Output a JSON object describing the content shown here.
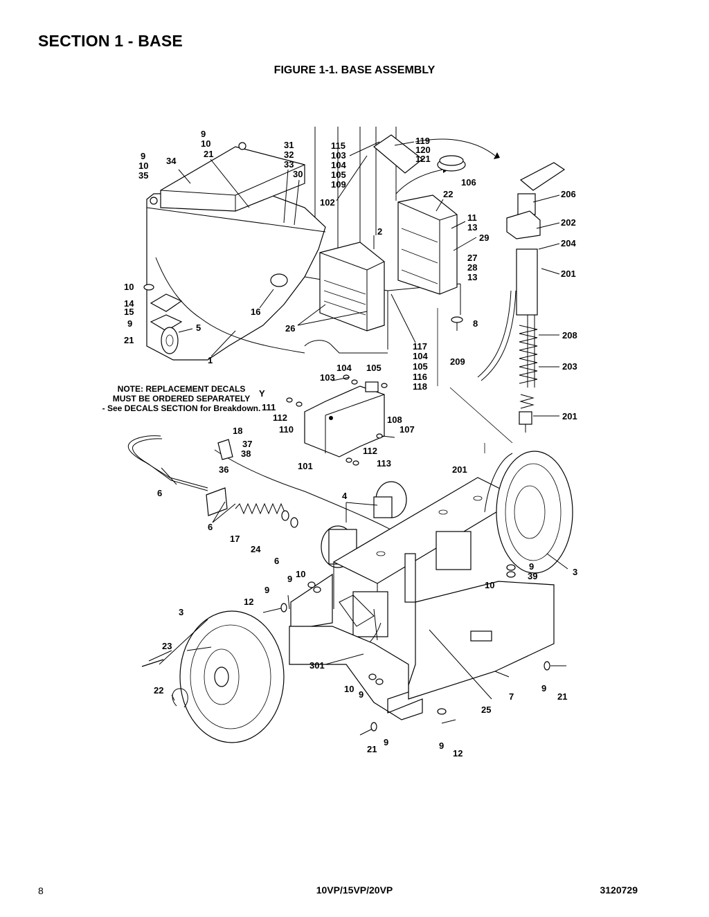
{
  "header": {
    "section_title": "SECTION 1 - BASE",
    "figure_title": "FIGURE 1-1. BASE ASSEMBLY"
  },
  "figure": {
    "note_lines": [
      "NOTE: REPLACEMENT DECALS",
      "MUST BE ORDERED SEPARATELY",
      "- See DECALS SECTION for Breakdown."
    ],
    "note_marker": "Y",
    "callouts": [
      {
        "id": "c-9a",
        "text": "9"
      },
      {
        "id": "c-10a",
        "text": "10"
      },
      {
        "id": "c-21a",
        "text": "21"
      },
      {
        "id": "c-9b",
        "text": "9"
      },
      {
        "id": "c-10b",
        "text": "10"
      },
      {
        "id": "c-35",
        "text": "35"
      },
      {
        "id": "c-34",
        "text": "34"
      },
      {
        "id": "c-31",
        "text": "31"
      },
      {
        "id": "c-32",
        "text": "32"
      },
      {
        "id": "c-33",
        "text": "33"
      },
      {
        "id": "c-30",
        "text": "30"
      },
      {
        "id": "c-115",
        "text": "115"
      },
      {
        "id": "c-103a",
        "text": "103"
      },
      {
        "id": "c-104a",
        "text": "104"
      },
      {
        "id": "c-105a",
        "text": "105"
      },
      {
        "id": "c-109",
        "text": "109"
      },
      {
        "id": "c-119",
        "text": "119"
      },
      {
        "id": "c-120",
        "text": "120"
      },
      {
        "id": "c-121",
        "text": "121"
      },
      {
        "id": "c-106",
        "text": "106"
      },
      {
        "id": "c-102",
        "text": "102"
      },
      {
        "id": "c-22a",
        "text": "22"
      },
      {
        "id": "c-11",
        "text": "11"
      },
      {
        "id": "c-13a",
        "text": "13"
      },
      {
        "id": "c-29",
        "text": "29"
      },
      {
        "id": "c-2",
        "text": "2"
      },
      {
        "id": "c-27",
        "text": "27"
      },
      {
        "id": "c-28",
        "text": "28"
      },
      {
        "id": "c-13b",
        "text": "13"
      },
      {
        "id": "c-206",
        "text": "206"
      },
      {
        "id": "c-202",
        "text": "202"
      },
      {
        "id": "c-204",
        "text": "204"
      },
      {
        "id": "c-201a",
        "text": "201"
      },
      {
        "id": "c-10c",
        "text": "10"
      },
      {
        "id": "c-14",
        "text": "14"
      },
      {
        "id": "c-15",
        "text": "15"
      },
      {
        "id": "c-9c",
        "text": "9"
      },
      {
        "id": "c-21b",
        "text": "21"
      },
      {
        "id": "c-5",
        "text": "5"
      },
      {
        "id": "c-16",
        "text": "16"
      },
      {
        "id": "c-26",
        "text": "26"
      },
      {
        "id": "c-1",
        "text": "1"
      },
      {
        "id": "c-8",
        "text": "8"
      },
      {
        "id": "c-208",
        "text": "208"
      },
      {
        "id": "c-117",
        "text": "117"
      },
      {
        "id": "c-104b",
        "text": "104"
      },
      {
        "id": "c-105b",
        "text": "105"
      },
      {
        "id": "c-116",
        "text": "116"
      },
      {
        "id": "c-118",
        "text": "118"
      },
      {
        "id": "c-209",
        "text": "209"
      },
      {
        "id": "c-203",
        "text": "203"
      },
      {
        "id": "c-104c",
        "text": "104"
      },
      {
        "id": "c-105c",
        "text": "105"
      },
      {
        "id": "c-103b",
        "text": "103"
      },
      {
        "id": "c-111",
        "text": "111"
      },
      {
        "id": "c-112a",
        "text": "112"
      },
      {
        "id": "c-110",
        "text": "110"
      },
      {
        "id": "c-108",
        "text": "108"
      },
      {
        "id": "c-107",
        "text": "107"
      },
      {
        "id": "c-201b",
        "text": "201"
      },
      {
        "id": "c-18",
        "text": "18"
      },
      {
        "id": "c-37",
        "text": "37"
      },
      {
        "id": "c-38",
        "text": "38"
      },
      {
        "id": "c-36",
        "text": "36"
      },
      {
        "id": "c-112b",
        "text": "112"
      },
      {
        "id": "c-101",
        "text": "101"
      },
      {
        "id": "c-113",
        "text": "113"
      },
      {
        "id": "c-201c",
        "text": "201"
      },
      {
        "id": "c-6a",
        "text": "6"
      },
      {
        "id": "c-4",
        "text": "4"
      },
      {
        "id": "c-6b",
        "text": "6"
      },
      {
        "id": "c-17",
        "text": "17"
      },
      {
        "id": "c-24",
        "text": "24"
      },
      {
        "id": "c-6c",
        "text": "6"
      },
      {
        "id": "c-9d",
        "text": "9"
      },
      {
        "id": "c-39",
        "text": "39"
      },
      {
        "id": "c-3a",
        "text": "3"
      },
      {
        "id": "c-10d",
        "text": "10"
      },
      {
        "id": "c-9e",
        "text": "9"
      },
      {
        "id": "c-10e",
        "text": "10"
      },
      {
        "id": "c-9f",
        "text": "9"
      },
      {
        "id": "c-12a",
        "text": "12"
      },
      {
        "id": "c-3b",
        "text": "3"
      },
      {
        "id": "c-23",
        "text": "23"
      },
      {
        "id": "c-301",
        "text": "301"
      },
      {
        "id": "c-22b",
        "text": "22"
      },
      {
        "id": "c-10f",
        "text": "10"
      },
      {
        "id": "c-9g",
        "text": "9"
      },
      {
        "id": "c-25",
        "text": "25"
      },
      {
        "id": "c-7",
        "text": "7"
      },
      {
        "id": "c-9h",
        "text": "9"
      },
      {
        "id": "c-21c",
        "text": "21"
      },
      {
        "id": "c-21d",
        "text": "21"
      },
      {
        "id": "c-9i",
        "text": "9"
      },
      {
        "id": "c-9j",
        "text": "9"
      },
      {
        "id": "c-12b",
        "text": "12"
      }
    ]
  },
  "footer": {
    "page_number": "8",
    "model": "10VP/15VP/20VP",
    "doc_number": "3120729"
  }
}
